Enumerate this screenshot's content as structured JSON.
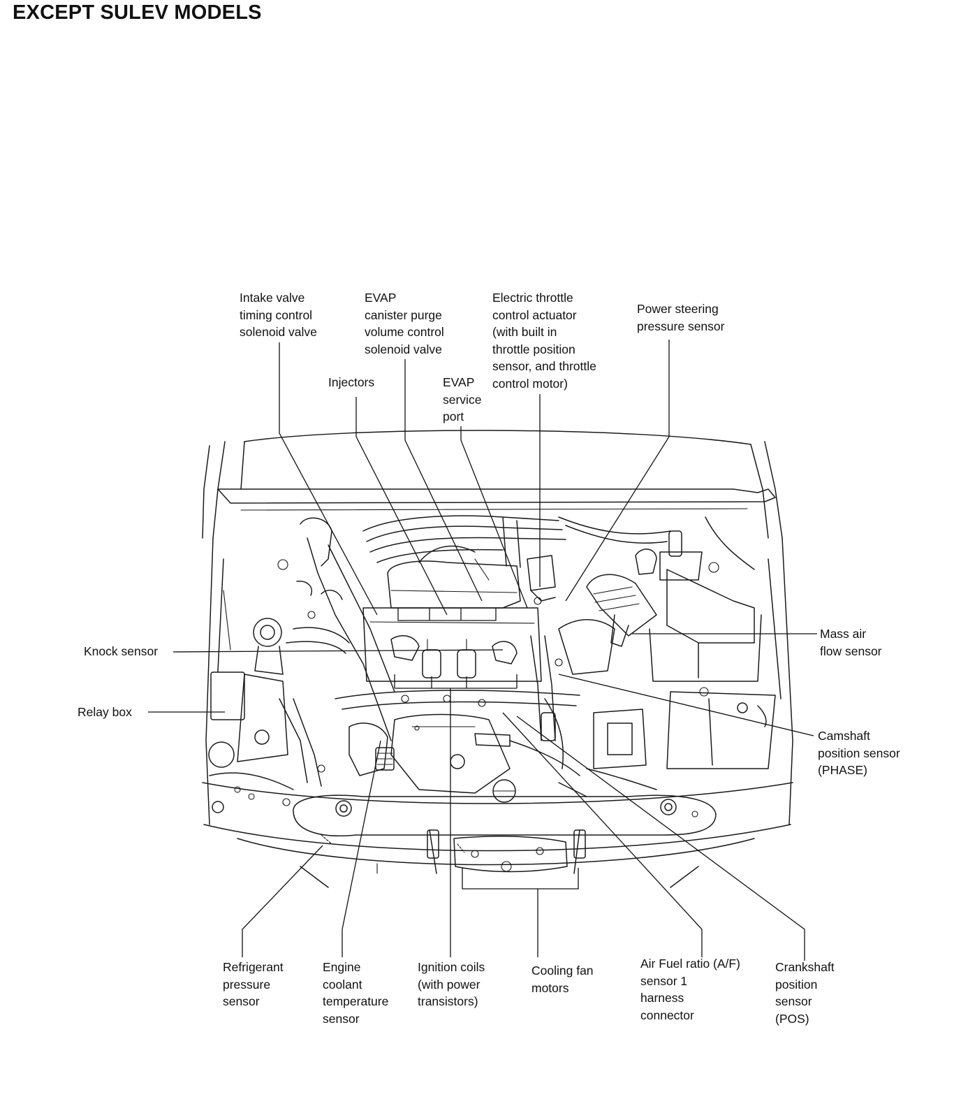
{
  "title": "EXCEPT SULEV MODELS",
  "labels": {
    "intake_valve": "Intake valve\ntiming control\nsolenoid valve",
    "evap_purge": "EVAP\ncanister purge\nvolume control\nsolenoid valve",
    "throttle": "Electric throttle\ncontrol actuator\n(with built in\nthrottle position\nsensor, and throttle\ncontrol motor)",
    "power_steering": "Power steering\npressure sensor",
    "injectors": "Injectors",
    "evap_service": "EVAP\nservice\nport",
    "knock": "Knock sensor",
    "relay": "Relay box",
    "maf": "Mass air\nflow sensor",
    "camshaft": "Camshaft\nposition sensor\n(PHASE)",
    "refrigerant": "Refrigerant\npressure\nsensor",
    "coolant": "Engine\ncoolant\ntemperature\nsensor",
    "ignition": "Ignition coils\n(with power\ntransistors)",
    "fan": "Cooling fan\nmotors",
    "af_sensor": "Air Fuel ratio (A/F)\nsensor 1\nharness\nconnector",
    "crankshaft": "Crankshaft\nposition\nsensor\n(POS)"
  }
}
